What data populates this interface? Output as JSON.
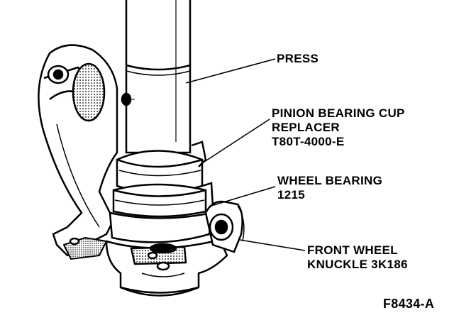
{
  "callouts": {
    "press": "PRESS",
    "replacer": [
      "PINION BEARING CUP",
      "REPLACER",
      "T80T-4000-E"
    ],
    "wheel_bearing": [
      "WHEEL BEARING",
      "1215"
    ],
    "knuckle": [
      "FRONT WHEEL",
      "KNUCKLE 3K186"
    ]
  },
  "figure_id": "F8434-A",
  "colors": {
    "ink": "#000000",
    "paper": "#ffffff",
    "shade": "#1a1a1a"
  }
}
